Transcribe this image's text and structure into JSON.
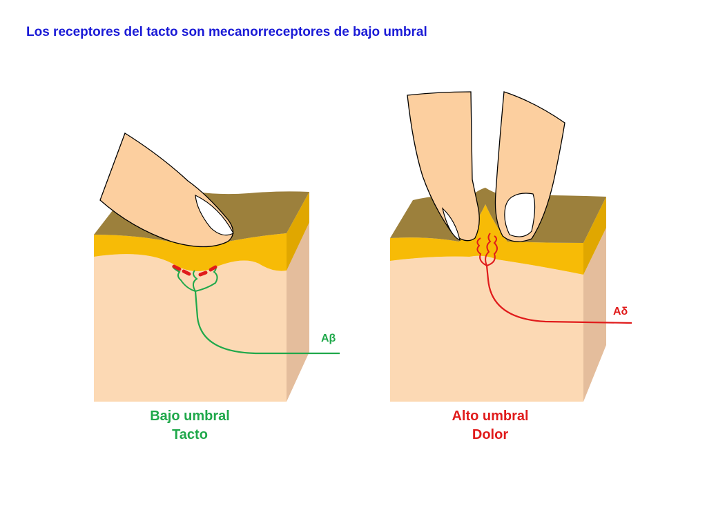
{
  "title": "Los receptores del tacto son mecanorreceptores de bajo umbral",
  "panels": [
    {
      "fiber_label": "Aβ",
      "caption_line1": "Bajo umbral",
      "caption_line2": "Tacto",
      "color": "#1fa84a"
    },
    {
      "fiber_label": "Aδ",
      "caption_line1": "Alto umbral",
      "caption_line2": "Dolor",
      "color": "#e01b1b"
    }
  ],
  "colors": {
    "title": "#1a1ad6",
    "skin": "#fcd9b4",
    "skin_side": "#e4bd9c",
    "epidermis": "#f7bb06",
    "epidermis_side": "#e0a700",
    "surface": "#9c803c",
    "finger": "#fccf9f",
    "nail": "#ffffff"
  }
}
